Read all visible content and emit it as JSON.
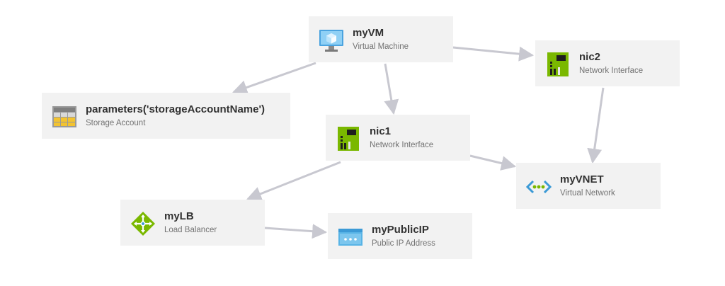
{
  "nodes": {
    "vm": {
      "name": "myVM",
      "type": "Virtual Machine",
      "icon": "virtual-machine-icon"
    },
    "nic2": {
      "name": "nic2",
      "type": "Network Interface",
      "icon": "network-interface-icon"
    },
    "storage": {
      "name": "parameters('storageAccountName')",
      "type": "Storage Account",
      "icon": "storage-account-icon"
    },
    "nic1": {
      "name": "nic1",
      "type": "Network Interface",
      "icon": "network-interface-icon"
    },
    "vnet": {
      "name": "myVNET",
      "type": "Virtual Network",
      "icon": "virtual-network-icon"
    },
    "lb": {
      "name": "myLB",
      "type": "Load Balancer",
      "icon": "load-balancer-icon"
    },
    "pip": {
      "name": "myPublicIP",
      "type": "Public IP Address",
      "icon": "public-ip-icon"
    }
  },
  "edges": [
    {
      "from": "vm",
      "to": "nic2"
    },
    {
      "from": "vm",
      "to": "storage"
    },
    {
      "from": "vm",
      "to": "nic1"
    },
    {
      "from": "nic2",
      "to": "vnet"
    },
    {
      "from": "nic1",
      "to": "vnet"
    },
    {
      "from": "nic1",
      "to": "lb"
    },
    {
      "from": "lb",
      "to": "pip"
    }
  ],
  "colors": {
    "edge": "#c8c8d0",
    "node_bg": "#f2f2f2",
    "name_text": "#323232",
    "type_text": "#737373",
    "nic_green": "#7ab800",
    "vnet_blue": "#3c9ad6",
    "vnet_green": "#7ab800",
    "lb_green": "#7ab800",
    "pip_blue": "#58b4e6",
    "vm_blue": "#4aa3df",
    "storage_yellow": "#f3c330"
  }
}
